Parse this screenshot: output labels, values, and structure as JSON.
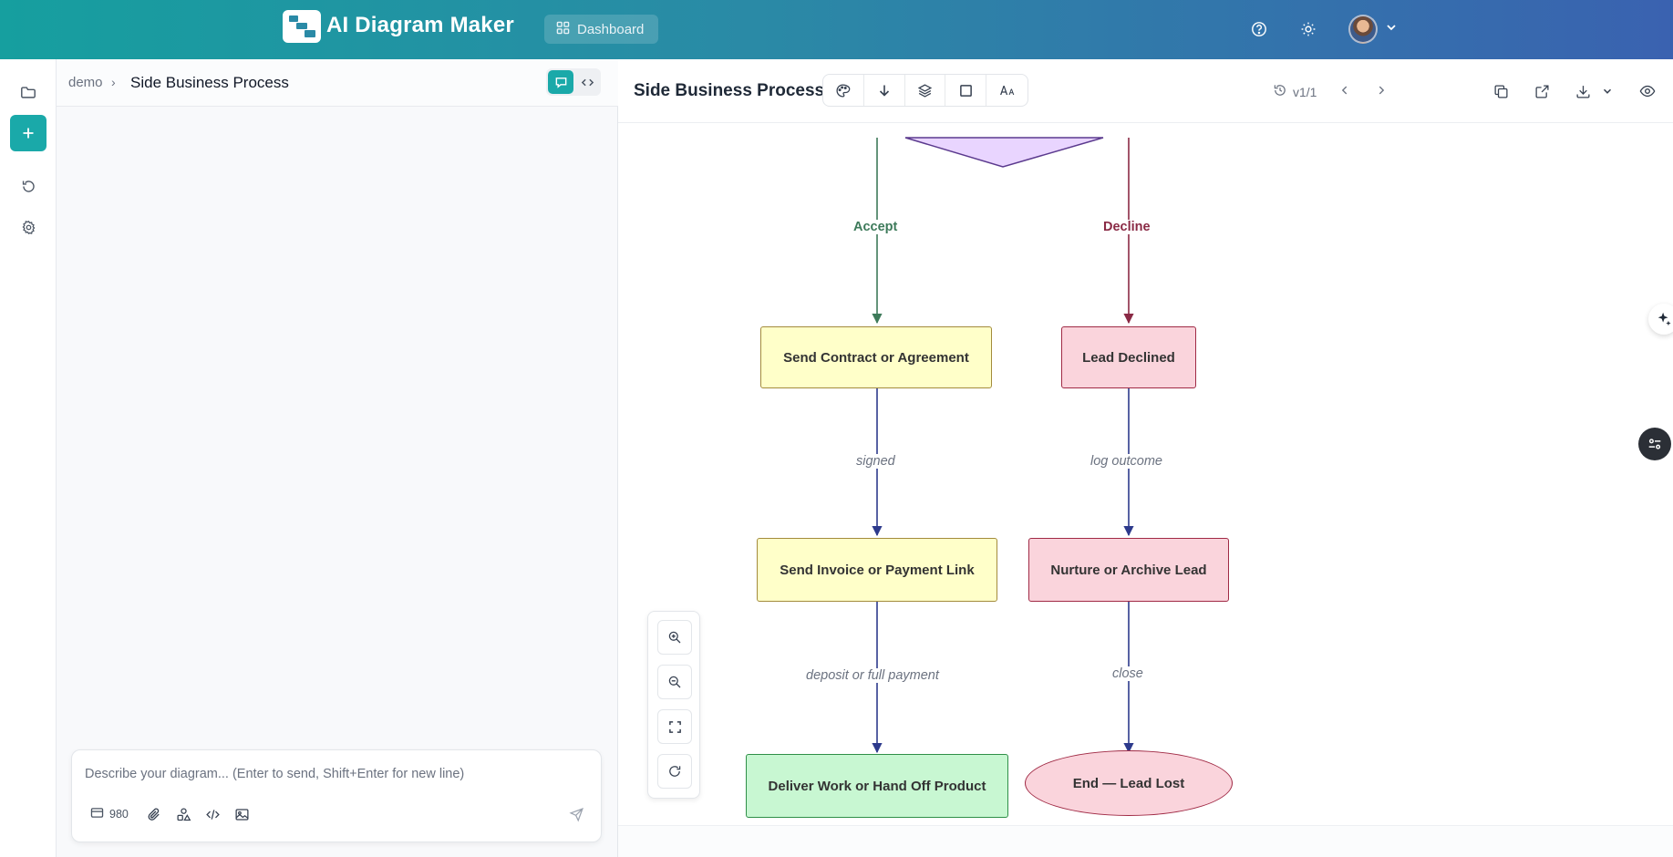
{
  "app": {
    "brand": "AI Diagram Maker",
    "dashboard_label": "Dashboard",
    "icons": [
      "help-icon",
      "theme-sun-icon",
      "chevron-down-icon"
    ]
  },
  "rail": {
    "items": [
      "folder-icon",
      "new-diagram-plus-icon",
      "history-icon",
      "settings-icon"
    ]
  },
  "chat": {
    "breadcrumb": {
      "parent": "demo",
      "separator": "›",
      "current": "Side Business Process"
    },
    "composer": {
      "placeholder": "Describe your diagram... (Enter to send, Shift+Enter for new line)",
      "credits": "980"
    }
  },
  "editor": {
    "title": "Side Business Process",
    "version": "v1/1",
    "toolbar": [
      "palette-icon",
      "arrow-down-icon",
      "layers-icon",
      "square-icon",
      "font-size-icon"
    ],
    "actions": [
      "copy-icon",
      "open-external-icon",
      "download-icon",
      "preview-eye-icon"
    ]
  },
  "diagram": {
    "branch_labels": {
      "accept": "Accept",
      "decline": "Decline"
    },
    "nodes": {
      "contract": "Send Contract or Agreement",
      "declined": "Lead Declined",
      "invoice": "Send Invoice or Payment Link",
      "nurture": "Nurture or Archive Lead",
      "deliver": "Deliver Work or Hand Off Product",
      "end": "End — Lead Lost"
    },
    "edge_labels": {
      "signed": "signed",
      "log_outcome": "log outcome",
      "deposit": "deposit or full payment",
      "close": "close"
    },
    "colors": {
      "accept": "#3d7a5a",
      "decline": "#8a2a45",
      "edge": "#2d3a8c",
      "decision_fill": "#e9d5ff"
    }
  }
}
